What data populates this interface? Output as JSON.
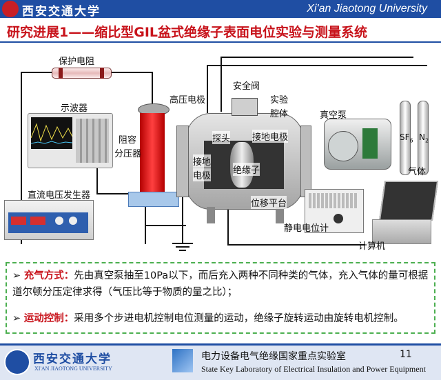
{
  "header": {
    "university_cn": "西安交通大学",
    "university_en": "Xi'an Jiaotong University"
  },
  "slide": {
    "title": "研究进展1——缩比型GIL盆式绝缘子表面电位实验与测量系统"
  },
  "diagram_labels": {
    "protect_resistor": "保护电阻",
    "oscilloscope": "示波器",
    "dc_generator": "直流电压发生器",
    "hv_electrode": "高压电极",
    "divider_line1": "阻容",
    "divider_line2": "分压器",
    "safety_valve": "安全阀",
    "chamber_line1": "实验",
    "chamber_line2": "腔体",
    "vacuum_pump": "真空泵",
    "probe": "探头",
    "ground_electrode_right": "接地电极",
    "ground_electrode_left_1": "接地",
    "ground_electrode_left_2": "电极",
    "insulator": "绝缘子",
    "platform": "位移平台",
    "electrometer": "静电电位计",
    "computer": "计算机",
    "gas": "气体",
    "sf6": "SF",
    "sf6_sub": "6",
    "n2": "N",
    "n2_sub": "2"
  },
  "bullets": [
    {
      "head": "充气方式：",
      "text": "先由真空泵抽至10Pa以下，而后充入两种不同种类的气体，充入气体的量可根据道尔顿分压定律求得（气压比等于物质的量之比）；"
    },
    {
      "head": "运动控制：",
      "text": "采用多个步进电机控制电位测量的运动，绝缘子旋转运动由旋转电机控制。"
    }
  ],
  "footer": {
    "university_cn": "西安交通大学",
    "university_en": "XI'AN JIAOTONG UNIVERSITY",
    "lab_cn": "电力设备电气绝缘国家重点实验室",
    "lab_en": "State Key Laboratory of Electrical Insulation and Power Equipment",
    "page_number": "11"
  },
  "colors": {
    "brand_blue": "#1f4ea3",
    "title_red": "#c8131b",
    "callout_border": "#4caf50"
  }
}
